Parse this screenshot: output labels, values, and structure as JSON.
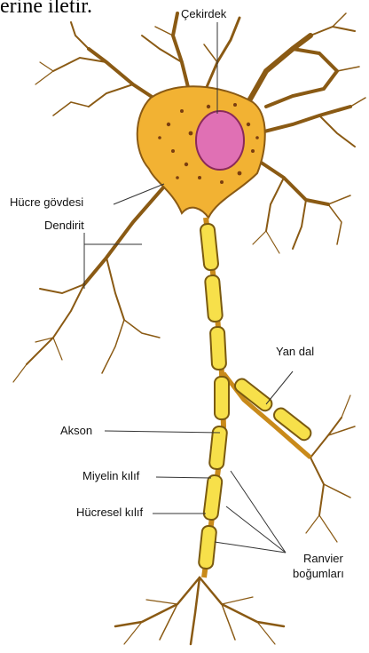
{
  "header_snippet": "erine iletir.",
  "labels": {
    "nucleus": "Çekirdek",
    "cell_body": "Hücre gövdesi",
    "dendrite": "Dendirit",
    "side_branch": "Yan dal",
    "axon": "Akson",
    "myelin": "Miyelin kılıf",
    "cellular_sheath": "Hücresel kılıf",
    "ranvier_line1": "Ranvier",
    "ranvier_line2": "boğumları"
  },
  "colors": {
    "cell_fill": "#f2b233",
    "cell_outline": "#8a5a14",
    "nucleus": "#e070b4",
    "myelin_fill": "#f7e04a",
    "myelin_outline": "#7a5a10",
    "dots": "#7a3e10",
    "line": "#333333"
  }
}
